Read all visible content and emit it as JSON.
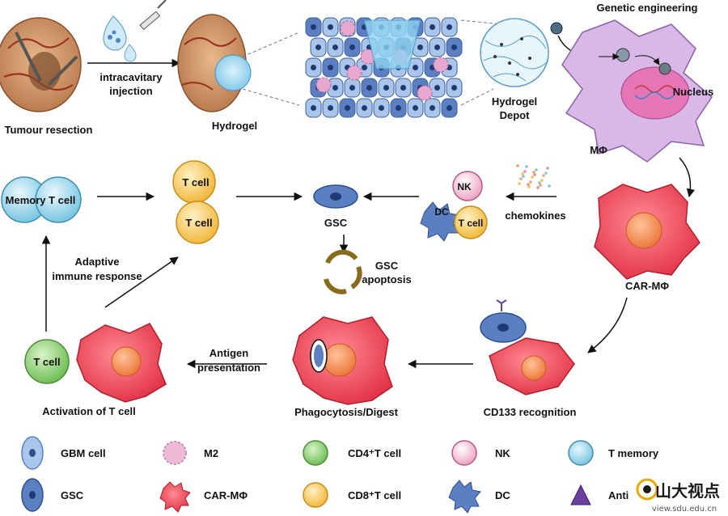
{
  "labels": {
    "tumour_resection": "Tumour resection",
    "intracavitary_1": "intracavitary",
    "intracavitary_2": "injection",
    "hydrogel": "Hydrogel",
    "hydrogel_depot_1": "Hydrogel",
    "hydrogel_depot_2": "Depot",
    "genetic_engineering": "Genetic engineering",
    "nucleus": "Nucleus",
    "macrophage": "MΦ",
    "memory_t_cell": "Memory T cell",
    "t_cell": "T cell",
    "gsc": "GSC",
    "nk": "NK",
    "dc": "DC",
    "chemokines": "chemokines",
    "gsc_apoptosis_1": "GSC",
    "gsc_apoptosis_2": "apoptosis",
    "adaptive_1": "Adaptive",
    "adaptive_2": "immune response",
    "car_macrophage": "CAR-MΦ",
    "antigen_1": "Antigen",
    "antigen_2": "presentation",
    "activation": "Activation of T cell",
    "phagocytosis": "Phagocytosis/Digest",
    "cd133": "CD133 recognition"
  },
  "legend": [
    {
      "label": "GBM cell"
    },
    {
      "label": "M2"
    },
    {
      "label": "CD4⁺T cell"
    },
    {
      "label": "NK"
    },
    {
      "label": "T memory"
    },
    {
      "label": "GSC"
    },
    {
      "label": "CAR-MΦ"
    },
    {
      "label": "CD8⁺T cell"
    },
    {
      "label": "DC"
    },
    {
      "label": "Anti"
    }
  ],
  "watermark": {
    "text": "山大视点",
    "url": "view.sdu.edu.cn"
  },
  "colors": {
    "car_red": "#e8384a",
    "car_fill": "#f25a6a",
    "car_nucleus": "#f08a4b",
    "macrophage_fill": "#d9b7e9",
    "cd4_green": "#8ed17a",
    "cd8_yellow": "#f5c45a",
    "gsc_blue": "#5b7fc2",
    "gbm_blue": "#a9c6ea",
    "nk_pink": "#f3b4cc",
    "tmem_cyan": "#9ad7ec"
  }
}
